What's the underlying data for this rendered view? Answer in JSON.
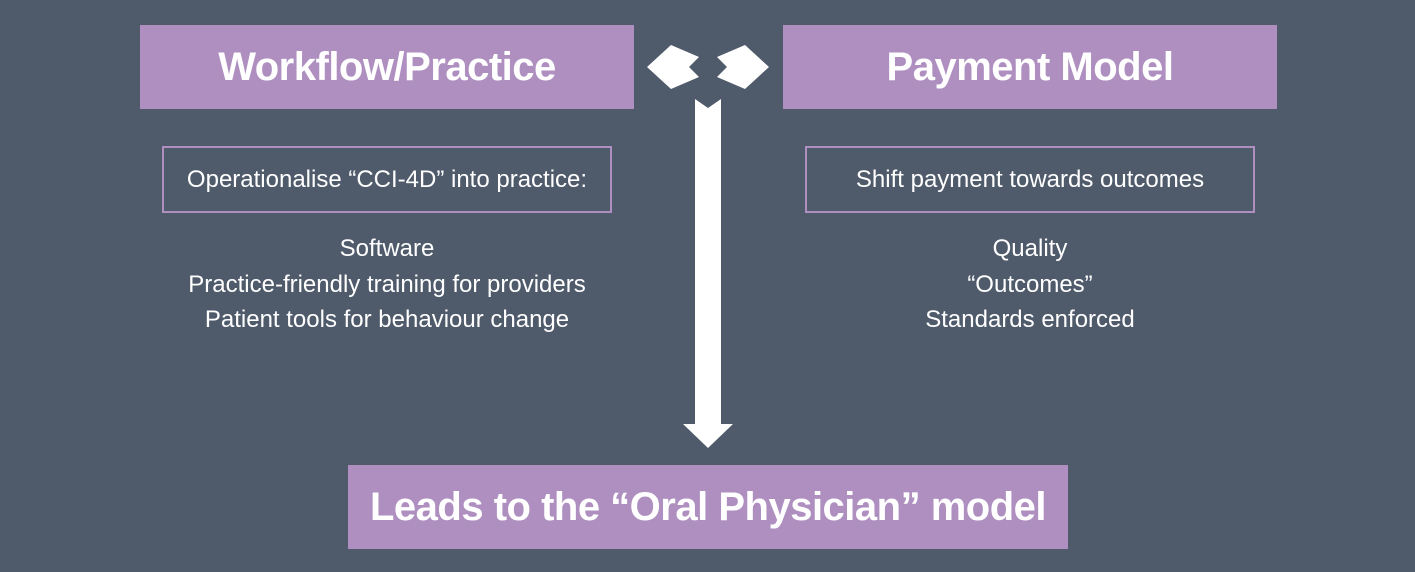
{
  "colors": {
    "background": "#4f5a6b",
    "accent": "#ae8fc0",
    "text": "#ffffff"
  },
  "workflow": {
    "title": "Workflow/Practice",
    "subtitle": "Operationalise “CCI-4D” into practice:",
    "items": [
      "Software",
      "Practice-friendly training for providers",
      "Patient tools for behaviour change"
    ]
  },
  "payment": {
    "title": "Payment Model",
    "subtitle": "Shift payment towards outcomes",
    "items": [
      "Quality",
      "“Outcomes”",
      "Standards enforced"
    ]
  },
  "result": {
    "title": "Leads to the “Oral Physician” model"
  },
  "icons": {
    "left_arrow": "arrow-left-icon",
    "right_arrow": "arrow-right-icon",
    "down_arrow": "arrow-down-icon"
  }
}
